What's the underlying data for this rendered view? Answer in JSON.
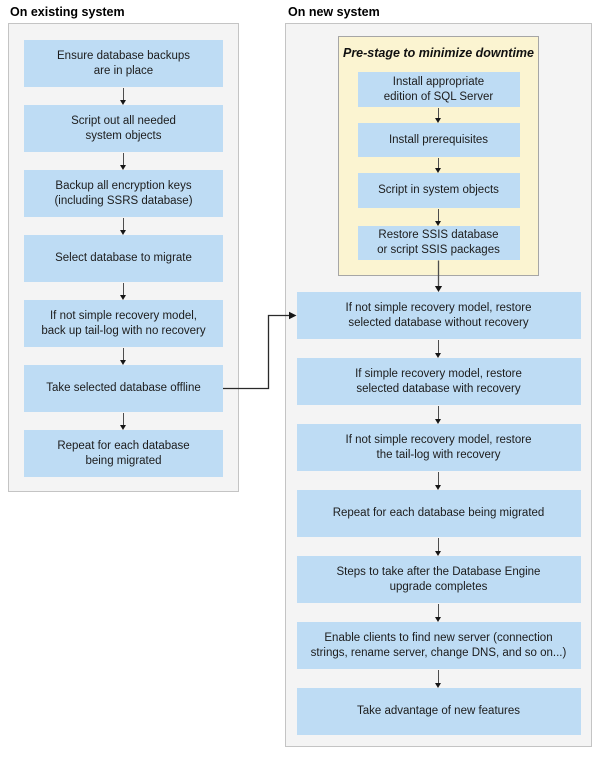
{
  "left_panel": {
    "title": "On existing system",
    "steps": [
      "Ensure database backups\nare in place",
      "Script out all needed\nsystem objects",
      "Backup all encryption keys\n(including SSRS database)",
      "Select database to migrate",
      "If not simple recovery model,\nback up tail-log with no recovery",
      "Take selected database offline",
      "Repeat for each database\nbeing migrated"
    ]
  },
  "right_panel": {
    "title": "On new system",
    "prestage": {
      "title": "Pre-stage to minimize downtime",
      "steps": [
        "Install appropriate\nedition of SQL Server",
        "Install prerequisites",
        "Script in system objects",
        "Restore SSIS database\nor script SSIS packages"
      ]
    },
    "steps": [
      "If not simple recovery model, restore\nselected database without recovery",
      "If simple recovery model, restore\nselected database with recovery",
      "If not simple recovery model, restore\nthe tail-log with recovery",
      "Repeat for each database being migrated",
      "Steps to take after the Database Engine\nupgrade completes",
      "Enable clients to find new server (connection\nstrings, rename server, change DNS, and so on...)",
      "Take advantage of new features"
    ]
  },
  "colors": {
    "step_fill": "#bedcf4",
    "prestage_fill": "#fbf4d1",
    "prestage_border": "#a6a6a6",
    "panel_fill": "#f4f4f4",
    "panel_border": "#c4c4c4",
    "arrow": "#1f1f1f",
    "text": "#1c1c1c",
    "background": "#ffffff"
  }
}
